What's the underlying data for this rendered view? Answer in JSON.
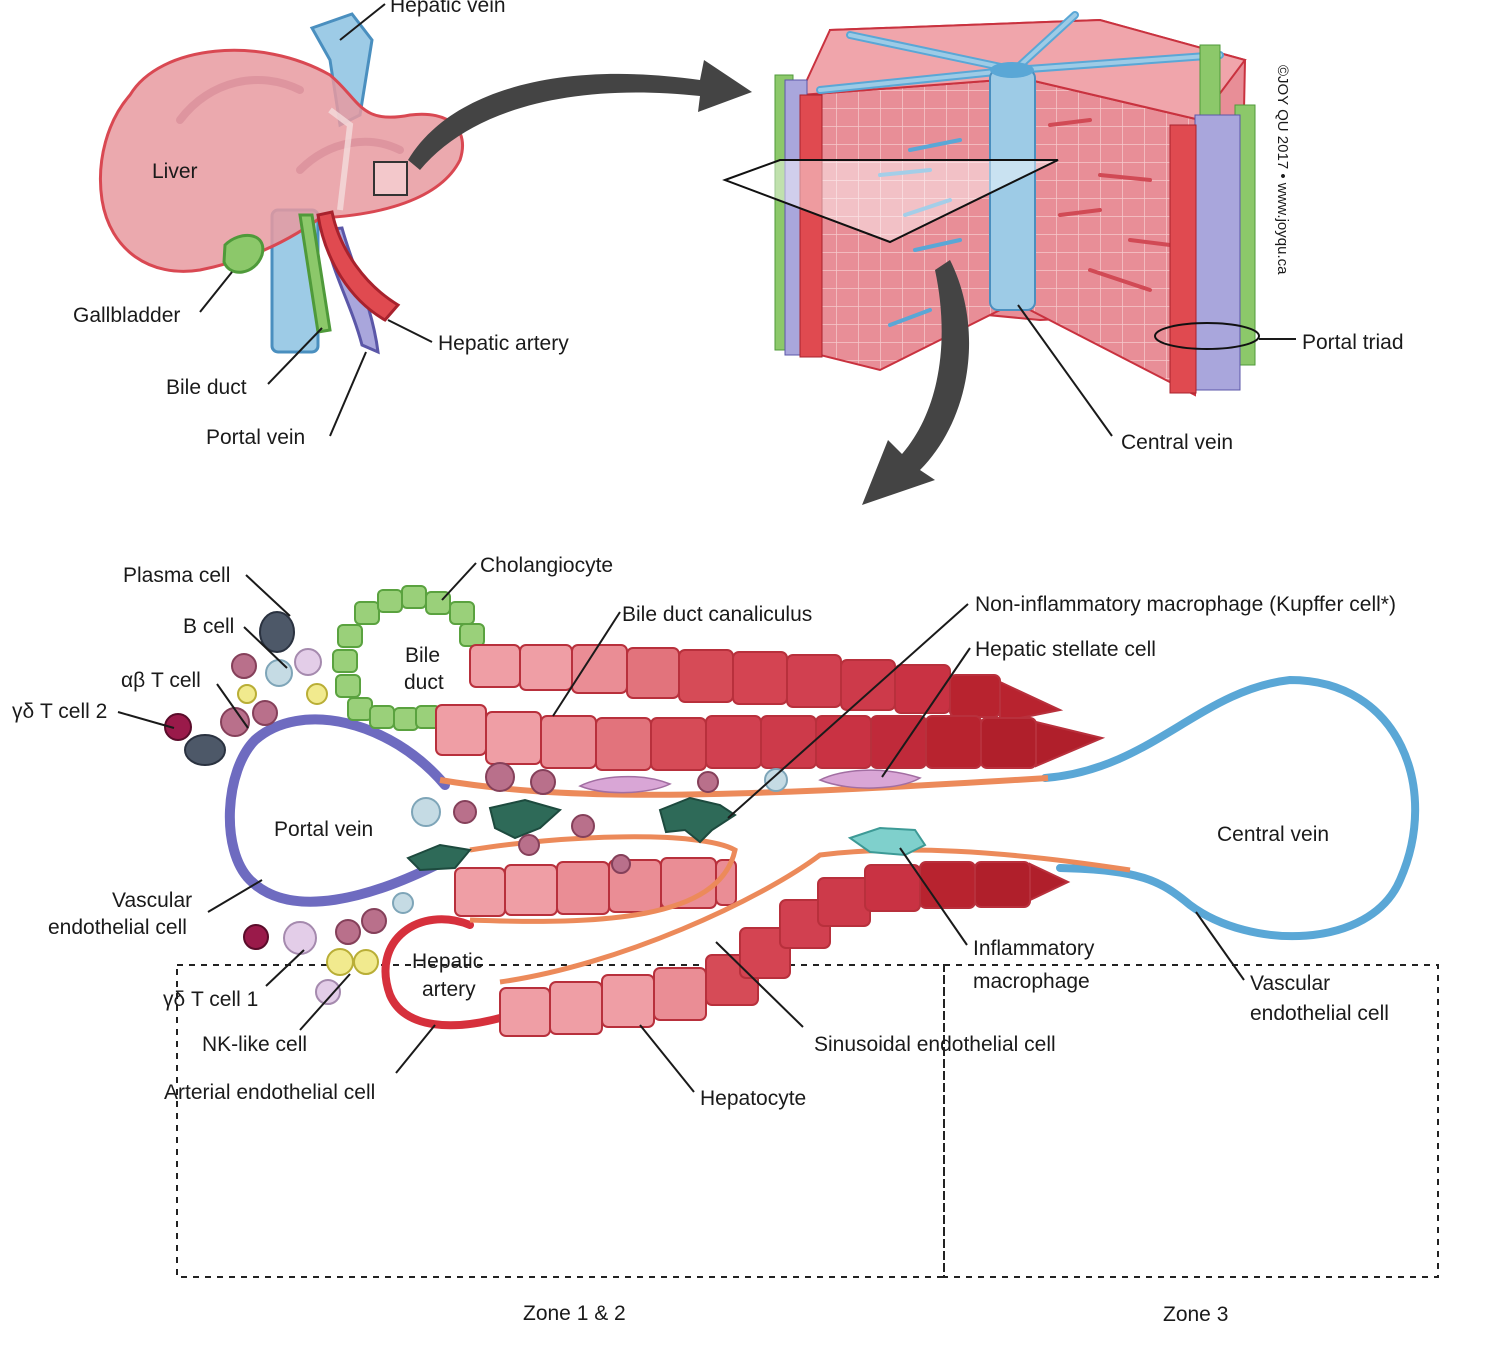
{
  "liver_overview": {
    "hepatic_vein": "Hepatic vein",
    "liver": "Liver",
    "gallbladder": "Gallbladder",
    "bile_duct": "Bile duct",
    "hepatic_artery": "Hepatic artery",
    "portal_vein": "Portal vein"
  },
  "lobule": {
    "portal_triad": "Portal triad",
    "central_vein": "Central vein",
    "copyright": "©JOY QU 2017 • www.joyqu.ca"
  },
  "sinusoid": {
    "plasma_cell": "Plasma cell",
    "b_cell": "B cell",
    "ab_t_cell": "αβ T cell",
    "gd_t_cell_2": "γδ T cell 2",
    "cholangiocyte": "Cholangiocyte",
    "bile_duct_line1": "Bile",
    "bile_duct_line2": "duct",
    "bile_duct_canaliculus": "Bile duct canaliculus",
    "kupffer": "Non-inflammatory macrophage (Kupffer cell*)",
    "stellate": "Hepatic stellate cell",
    "portal_vein": "Portal vein",
    "central_vein": "Central vein",
    "vascular_endo_left_line1": "Vascular",
    "vascular_endo_left_line2": "endothelial cell",
    "gd_t_cell_1": "γδ T cell 1",
    "nk_like": "NK-like cell",
    "arterial_endo": "Arterial endothelial cell",
    "hepatic_artery_line1": "Hepatic",
    "hepatic_artery_line2": "artery",
    "inflammatory_line1": "Inflammatory",
    "inflammatory_line2": "macrophage",
    "sinusoidal_endo": "Sinusoidal endothelial cell",
    "hepatocyte": "Hepatocyte",
    "vascular_endo_right_line1": "Vascular",
    "vascular_endo_right_line2": "endothelial cell"
  },
  "zones": {
    "zone12": "Zone 1 & 2",
    "zone3": "Zone 3"
  },
  "colors": {
    "liver": "#e79aa0",
    "hepatic_vein": "#9dcbe6",
    "portal_vein": "#8f8fd0",
    "artery": "#e04a50",
    "bile": "#8cc86a",
    "hepatocyte_light": "#e98a92",
    "hepatocyte_dark": "#c9323f",
    "central_vein": "#5aa7d6"
  }
}
